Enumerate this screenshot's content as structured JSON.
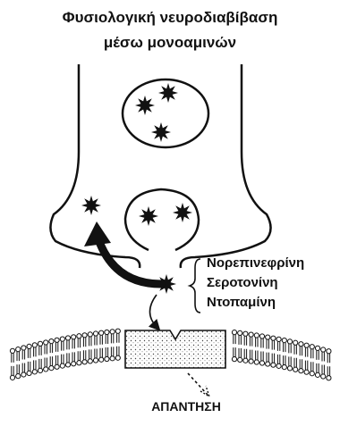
{
  "title": {
    "line1": "Φυσιολογική νευροδιαβίβαση",
    "line2": "μέσω μονοαμινών"
  },
  "neurotransmitters": [
    "Νορεπινεφρίνη",
    "Σεροτονίνη",
    "Ντοπαμίνη"
  ],
  "response_label": "ΑΠΑΝΤΗΣΗ",
  "colors": {
    "ink": "#111111",
    "background": "#ffffff"
  }
}
